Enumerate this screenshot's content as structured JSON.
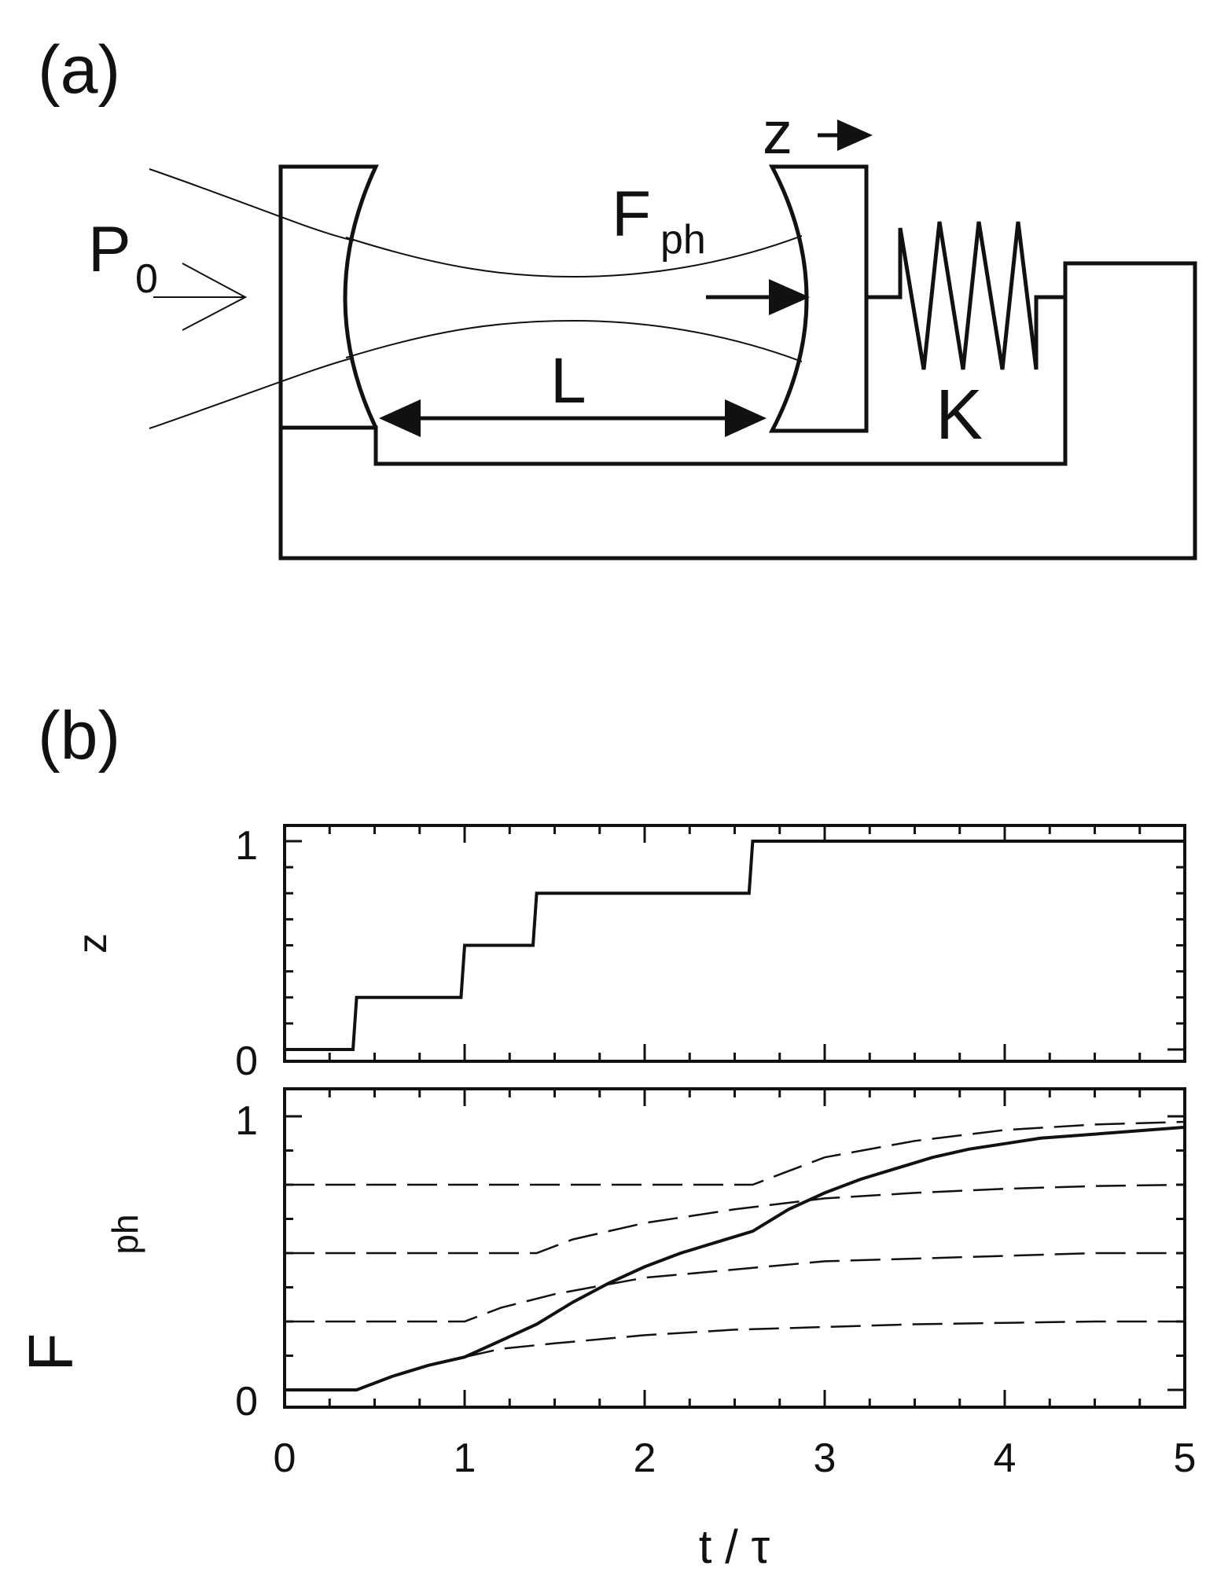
{
  "panel_a": {
    "label": "(a)",
    "labels": {
      "P": "P",
      "P_sub": "0",
      "z": "z",
      "F": "F",
      "F_sub": "ph",
      "L": "L",
      "K": "K"
    }
  },
  "panel_b": {
    "label": "(b)"
  },
  "colors": {
    "ink": "#111111",
    "background": "#ffffff"
  },
  "chart_data": [
    {
      "type": "line",
      "ylabel": "z",
      "xlim": [
        0,
        5
      ],
      "ylim": [
        0,
        1
      ],
      "yticks": [
        "0",
        "1"
      ],
      "series": [
        {
          "style": "solid",
          "x": [
            0,
            0.38,
            0.4,
            0.98,
            1.0,
            1.38,
            1.4,
            2.58,
            2.6,
            5.0
          ],
          "y": [
            0,
            0,
            0.25,
            0.25,
            0.5,
            0.5,
            0.75,
            0.75,
            1.0,
            1.0
          ]
        }
      ]
    },
    {
      "type": "line",
      "xlabel": "t / τ",
      "ylabel_main": "F",
      "ylabel_sub": "ph",
      "xlim": [
        0,
        5
      ],
      "ylim": [
        0,
        1
      ],
      "yticks": [
        "0",
        "1"
      ],
      "xticks": [
        "0",
        "1",
        "2",
        "3",
        "4",
        "5"
      ],
      "series": [
        {
          "style": "solid",
          "x": [
            0,
            0.4,
            0.6,
            0.8,
            1.0,
            1.2,
            1.4,
            1.6,
            1.8,
            2.0,
            2.2,
            2.4,
            2.6,
            2.8,
            3.0,
            3.2,
            3.4,
            3.6,
            3.8,
            4.0,
            4.2,
            4.4,
            4.6,
            4.8,
            5.0
          ],
          "y": [
            0,
            0,
            0.05,
            0.09,
            0.12,
            0.18,
            0.24,
            0.32,
            0.39,
            0.45,
            0.5,
            0.54,
            0.58,
            0.66,
            0.72,
            0.77,
            0.81,
            0.85,
            0.88,
            0.9,
            0.92,
            0.93,
            0.94,
            0.95,
            0.96
          ]
        },
        {
          "style": "dashed",
          "x": [
            1.0,
            1.2,
            1.5,
            2.0,
            2.5,
            3.0,
            3.5,
            4.0,
            4.5,
            5.0
          ],
          "y": [
            0.12,
            0.15,
            0.17,
            0.2,
            0.22,
            0.23,
            0.24,
            0.245,
            0.25,
            0.25
          ]
        },
        {
          "style": "dashed",
          "x": [
            0,
            1.0,
            1.2,
            1.5,
            2.0,
            2.5,
            3.0,
            3.5,
            4.0,
            4.5,
            5.0
          ],
          "y": [
            0.25,
            0.25,
            0.3,
            0.35,
            0.41,
            0.44,
            0.47,
            0.48,
            0.49,
            0.5,
            0.5
          ]
        },
        {
          "style": "dashed",
          "x": [
            0,
            1.4,
            1.6,
            2.0,
            2.5,
            3.0,
            3.5,
            4.0,
            4.5,
            5.0
          ],
          "y": [
            0.5,
            0.5,
            0.55,
            0.61,
            0.66,
            0.7,
            0.72,
            0.735,
            0.745,
            0.75
          ]
        },
        {
          "style": "dashed",
          "x": [
            0,
            2.6,
            2.8,
            3.0,
            3.5,
            4.0,
            4.5,
            5.0
          ],
          "y": [
            0.75,
            0.75,
            0.8,
            0.85,
            0.91,
            0.95,
            0.97,
            0.98
          ]
        }
      ]
    }
  ]
}
